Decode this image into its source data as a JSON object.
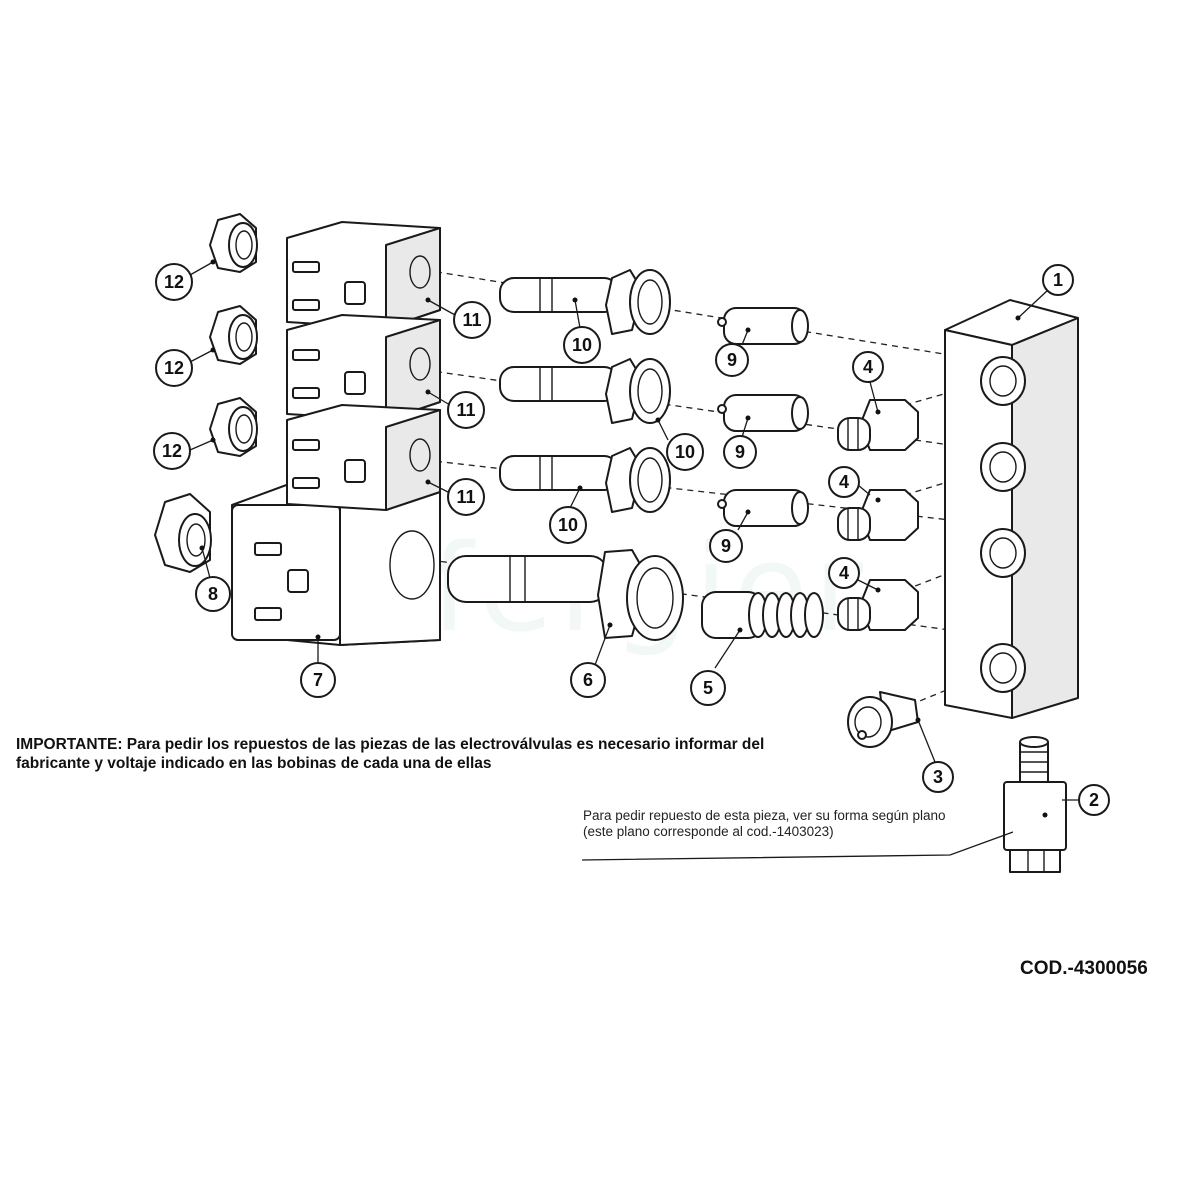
{
  "important_note": "IMPORTANTE: Para pedir los repuestos de las piezas de las electroválvulas es necesario informar del fabricante y voltaje indicado en las bobinas de cada una de ellas",
  "replacement_note": "Para pedir repuesto de esta pieza, ver su forma según plano (este plano corresponde al cod.-1403023)",
  "product_code": "COD.-4300056",
  "watermark_text": "efergier",
  "callouts": {
    "c1": "1",
    "c2": "2",
    "c3": "3",
    "c4a": "4",
    "c4b": "4",
    "c4c": "4",
    "c5": "5",
    "c6": "6",
    "c7": "7",
    "c8": "8",
    "c9a": "9",
    "c9b": "9",
    "c9c": "9",
    "c10a": "10",
    "c10b": "10",
    "c10c": "10",
    "c11a": "11",
    "c11b": "11",
    "c11c": "11",
    "c12a": "12",
    "c12b": "12",
    "c12c": "12"
  },
  "colors": {
    "line": "#1a1a1a",
    "watermark": "#b4d7c8"
  }
}
